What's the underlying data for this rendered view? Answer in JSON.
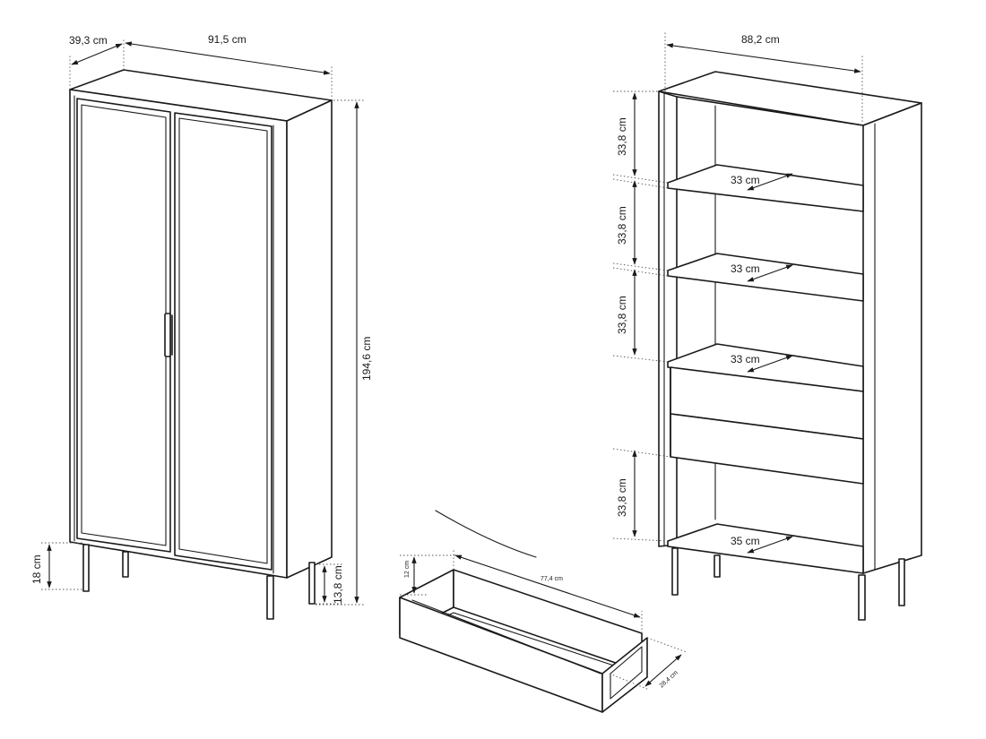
{
  "left_cabinet": {
    "depth": "39,3 cm",
    "width": "91,5 cm",
    "height": "194,6 cm",
    "leg_height": "18 cm",
    "leg_height_side": "13,8 cm"
  },
  "right_cabinet": {
    "width": "88,2 cm",
    "shelf_gaps": [
      "33,8 cm",
      "33,8 cm",
      "33,8 cm",
      "33,8 cm"
    ],
    "shelf_depths": [
      "33 cm",
      "33 cm",
      "33 cm",
      "35 cm"
    ]
  },
  "drawer": {
    "height": "12 cm",
    "width": "77,4 cm",
    "depth": "28,4 cm"
  }
}
